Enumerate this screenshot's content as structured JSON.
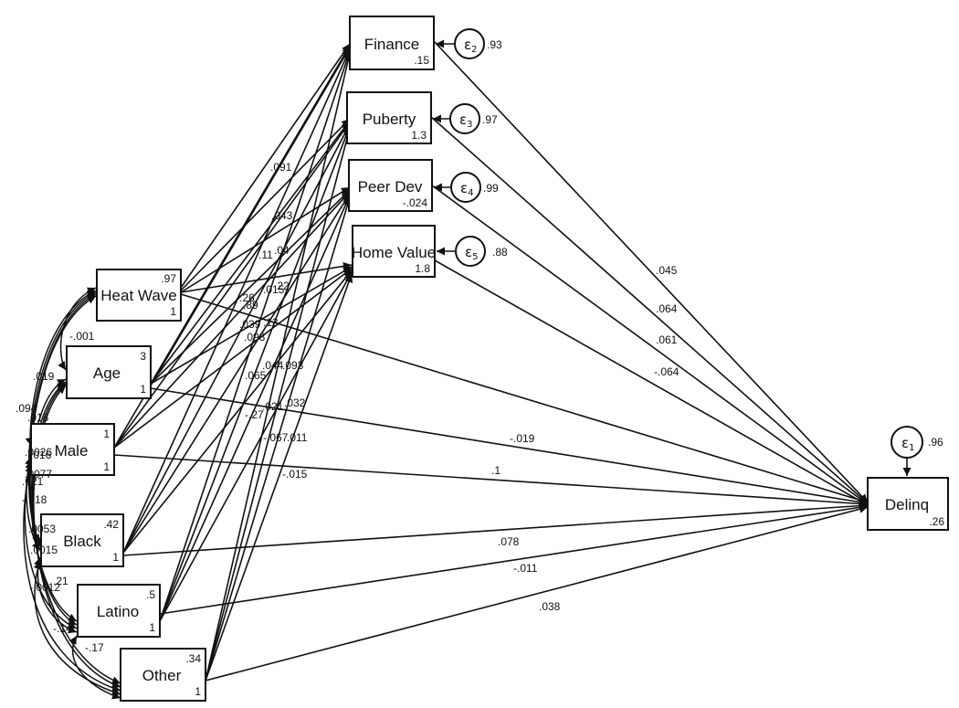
{
  "nodes": {
    "finance": {
      "label": "Finance",
      "intercept": ".15"
    },
    "puberty": {
      "label": "Puberty",
      "intercept": "1.3"
    },
    "peerdev": {
      "label": "Peer Dev",
      "intercept": "-.024"
    },
    "homevalue": {
      "label": "Home Value",
      "intercept": "1.8"
    },
    "heatwave": {
      "label": "Heat Wave",
      "variance": ".97",
      "mean": "1"
    },
    "age": {
      "label": "Age",
      "variance": "3",
      "mean": "1"
    },
    "male": {
      "label": "Male",
      "variance": "1",
      "mean": "1"
    },
    "black": {
      "label": "Black",
      "variance": ".42",
      "mean": "1"
    },
    "latino": {
      "label": "Latino",
      "variance": ".5",
      "mean": "1"
    },
    "other": {
      "label": "Other",
      "variance": ".34",
      "mean": "1"
    },
    "delinq": {
      "label": "Delinq",
      "intercept": ".26"
    }
  },
  "errors": {
    "e2": {
      "symbol": "ε",
      "sub": "2",
      "variance": ".93"
    },
    "e3": {
      "symbol": "ε",
      "sub": "3",
      "variance": ".97"
    },
    "e4": {
      "symbol": "ε",
      "sub": "4",
      "variance": ".99"
    },
    "e5": {
      "symbol": "ε",
      "sub": "5",
      "variance": ".88"
    },
    "e1": {
      "symbol": "ε",
      "sub": "1",
      "variance": ".96"
    }
  },
  "paths_to_delinq": {
    "finance": ".045",
    "puberty": ".064",
    "peerdev": ".061",
    "homevalue": "-.064",
    "age": "-.019",
    "male": ".1",
    "black": ".078",
    "latino": "-.011",
    "other": ".038"
  },
  "paths_to_mediators": [
    ".091",
    ".043",
    ".11",
    ".04",
    ".015",
    ".22",
    "-.26",
    ".13",
    ".89",
    ".039",
    ".098",
    ".065",
    ".044",
    ".093",
    ".021",
    ".032",
    "-.27",
    "-.067",
    ".011",
    "-.015"
  ],
  "covariances": [
    "-.001",
    ".019",
    ".094",
    ".018",
    ".0026",
    ".016",
    ".0077",
    ".021",
    "-.018",
    ".0053",
    ".0015",
    ".21",
    "-.0012",
    "-.14",
    "-.17"
  ]
}
